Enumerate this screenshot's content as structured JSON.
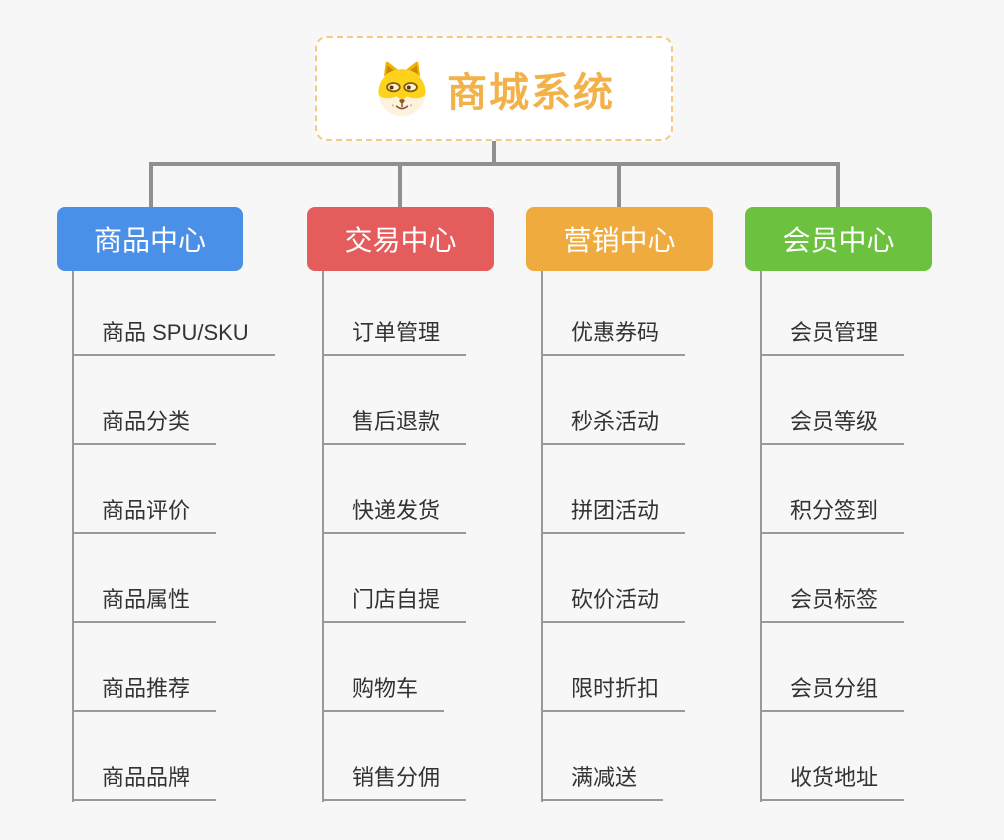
{
  "root": {
    "title": "商城系统",
    "icon": "doge-icon"
  },
  "branches": [
    {
      "label": "商品中心",
      "color": "#4a90e9",
      "items": [
        "商品 SPU/SKU",
        "商品分类",
        "商品评价",
        "商品属性",
        "商品推荐",
        "商品品牌"
      ]
    },
    {
      "label": "交易中心",
      "color": "#e45c5c",
      "items": [
        "订单管理",
        "售后退款",
        "快递发货",
        "门店自提",
        "购物车",
        "销售分佣"
      ]
    },
    {
      "label": "营销中心",
      "color": "#efab3d",
      "items": [
        "优惠券码",
        "秒杀活动",
        "拼团活动",
        "砍价活动",
        "限时折扣",
        "满减送"
      ]
    },
    {
      "label": "会员中心",
      "color": "#6cc13f",
      "items": [
        "会员管理",
        "会员等级",
        "积分签到",
        "会员标签",
        "会员分组",
        "收货地址"
      ]
    }
  ],
  "colors": {
    "background": "#f7f7f7",
    "connector": "#909090",
    "underline": "#999999",
    "item_text": "#333333",
    "root_accent": "#f2b249",
    "root_border": "#f6c983"
  }
}
